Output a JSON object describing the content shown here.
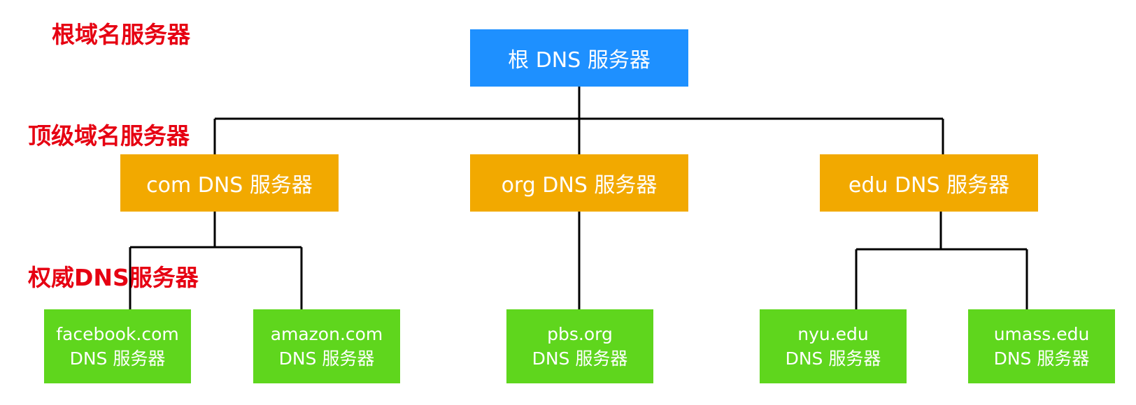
{
  "colors": {
    "root": "#1e90ff",
    "tld": "#f2a900",
    "authoritative": "#5fd61d",
    "level_label": "#e60012",
    "line": "#000000"
  },
  "levels": {
    "root": "根域名服务器",
    "tld": "顶级域名服务器",
    "authoritative": "权威DNS服务器"
  },
  "root": {
    "label": "根 DNS 服务器"
  },
  "tld_servers": [
    {
      "label": "com DNS 服务器"
    },
    {
      "label": "org DNS 服务器"
    },
    {
      "label": "edu DNS 服务器"
    }
  ],
  "authoritative_servers": [
    {
      "line1": "facebook.com",
      "line2": "DNS 服务器"
    },
    {
      "line1": "amazon.com",
      "line2": "DNS 服务器"
    },
    {
      "line1": "pbs.org",
      "line2": "DNS 服务器"
    },
    {
      "line1": "nyu.edu",
      "line2": "DNS 服务器"
    },
    {
      "line1": "umass.edu",
      "line2": "DNS 服务器"
    }
  ]
}
